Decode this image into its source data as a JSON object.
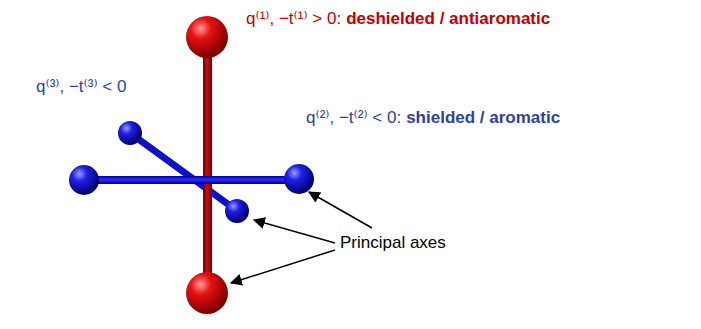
{
  "diagram": {
    "labels": [
      "q⁽¹⁾, −t⁽¹⁾ > 0:",
      "deshielded / antiaromatic",
      "q⁽³⁾, −t⁽³⁾ < 0",
      "q⁽²⁾, −t⁽²⁾ < 0:",
      "shielded / aromatic",
      "Principal axes"
    ]
  }
}
